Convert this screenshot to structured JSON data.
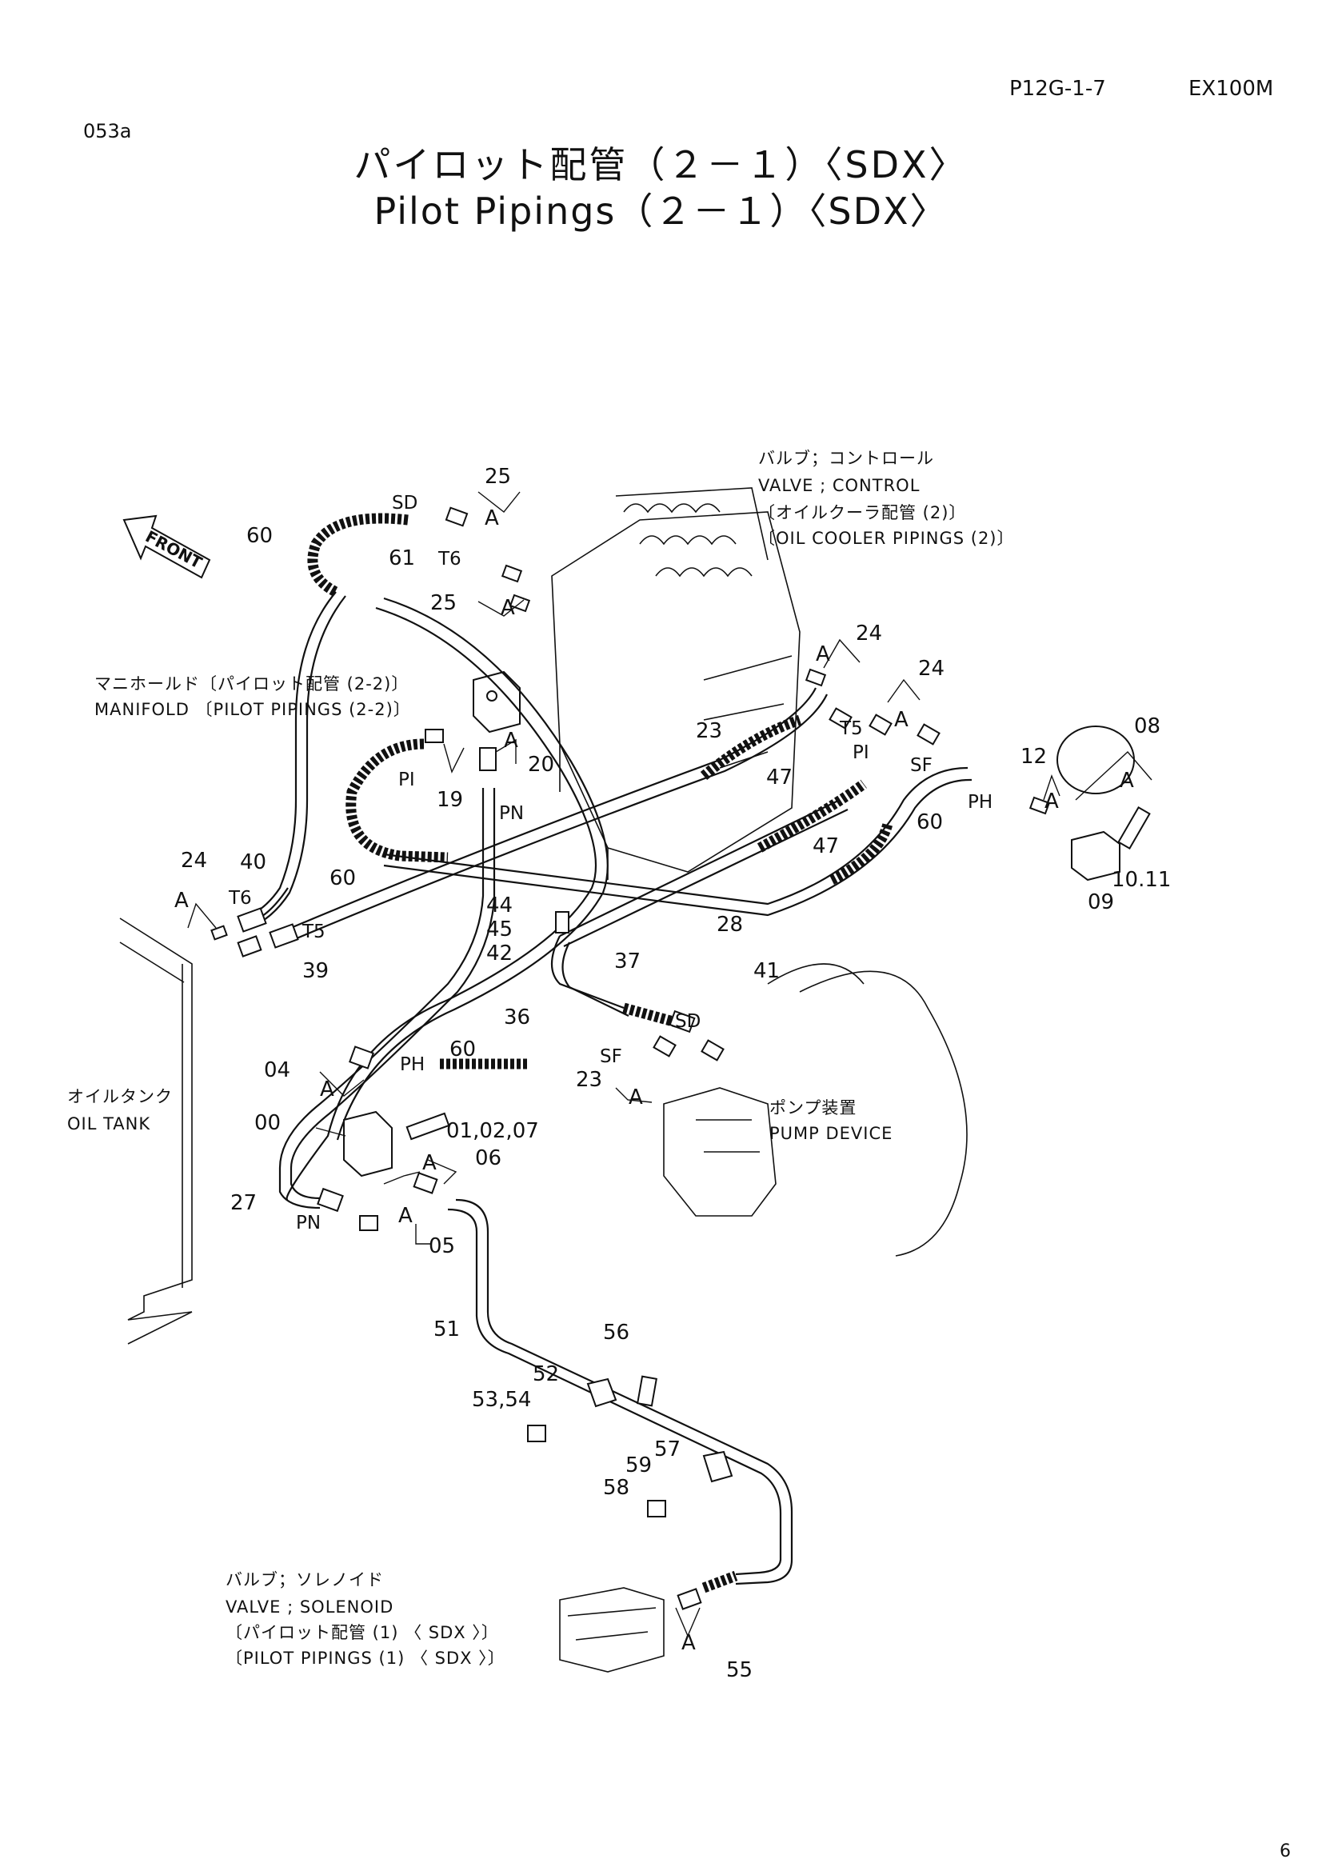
{
  "header": {
    "page_ref": "P12G-1-7",
    "model": "EX100M",
    "figure_code": "053a",
    "title_ja": "パイロット配管（２－１）〈SDX〉",
    "title_en": "Pilot Pipings（２－１）〈SDX〉",
    "page_corner": "6"
  },
  "front_marker": "FRONT",
  "notes": {
    "control_valve": [
      "バルブ；コントロール",
      "VALVE ; CONTROL",
      "〔オイルクーラ配管 (2)〕",
      "〔OIL COOLER PIPINGS (2)〕"
    ],
    "manifold": [
      "マニホールド〔パイロット配管 (2-2)〕",
      "MANIFOLD 〔PILOT PIPINGS (2-2)〕"
    ],
    "oil_tank": [
      "オイルタンク",
      "OIL TANK"
    ],
    "pump_device": [
      "ポンプ装置",
      "PUMP DEVICE"
    ],
    "solenoid_valve": [
      "バルブ；ソレノイド",
      "VALVE ; SOLENOID",
      "〔パイロット配管 (1) 〈 SDX 〉〕",
      "〔PILOT PIPINGS (1) 〈 SDX 〉〕"
    ]
  },
  "callouts": [
    "25",
    "A",
    "SD",
    "60",
    "61",
    "T6",
    "25",
    "A",
    "24",
    "A",
    "24",
    "A",
    "08",
    "A",
    "12",
    "A",
    "PH",
    "10.11",
    "09",
    "23",
    "47",
    "T5",
    "PI",
    "SF",
    "60",
    "47",
    "A",
    "20",
    "PI",
    "19",
    "PN",
    "60",
    "44",
    "45",
    "42",
    "28",
    "41",
    "37",
    "24",
    "A",
    "40",
    "T6",
    "T5",
    "39",
    "36",
    "SD",
    "SF",
    "23",
    "A",
    "60",
    "PH",
    "04",
    "A",
    "00",
    "01,02,07",
    "A",
    "06",
    "27",
    "PN",
    "A",
    "05",
    "51",
    "56",
    "52",
    "53,54",
    "57",
    "59",
    "58",
    "A",
    "55"
  ]
}
